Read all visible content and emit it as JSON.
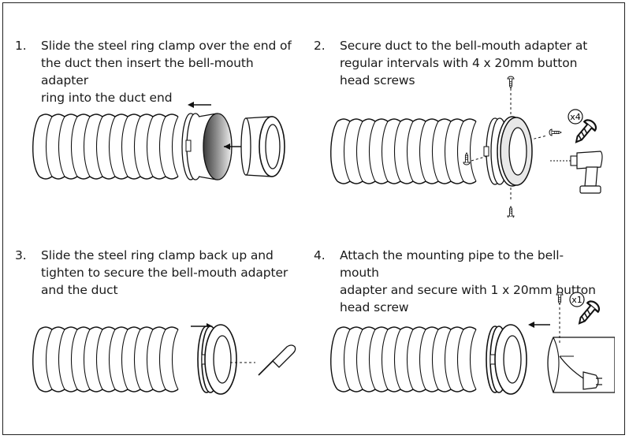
{
  "steps": [
    {
      "number": "1.",
      "text": "Slide the steel ring clamp over the end of\nthe duct then insert the bell-mouth adapter\nring into the duct end"
    },
    {
      "number": "2.",
      "text": "Secure duct to the bell-mouth adapter at\nregular intervals with 4 x 20mm button\nhead screws"
    },
    {
      "number": "3.",
      "text": "Slide the steel ring clamp back up and\ntighten to secure the bell-mouth adapter\nand the duct"
    },
    {
      "number": "4.",
      "text": "Attach the mounting pipe to the bell-mouth\nadapter and secure with 1 x 20mm button\nhead screw"
    }
  ],
  "badges": {
    "step2": "x4",
    "step4": "x1"
  },
  "icons": [
    "arrow-left-icon",
    "arrow-right-icon",
    "screw-icon",
    "cordless-drill-icon",
    "screwdriver-icon",
    "power-plug-icon"
  ]
}
